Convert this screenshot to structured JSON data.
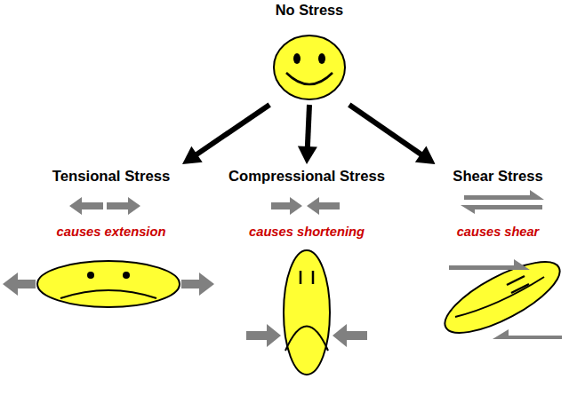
{
  "diagram": {
    "nodes": [
      {
        "text": [
          "No Stress"
        ]
      },
      {
        "text": [
          "Tensional Stress",
          "causes extension"
        ]
      },
      {
        "text": [
          "Compressional Stress",
          "causes shortening"
        ]
      },
      {
        "text": [
          "Shear Stress",
          "causes shear"
        ]
      }
    ],
    "edges": [
      {
        "from": 0,
        "to": 1,
        "arrow": "to"
      },
      {
        "from": 0,
        "to": 2,
        "arrow": "to"
      },
      {
        "from": 0,
        "to": 3,
        "arrow": "to"
      }
    ]
  }
}
